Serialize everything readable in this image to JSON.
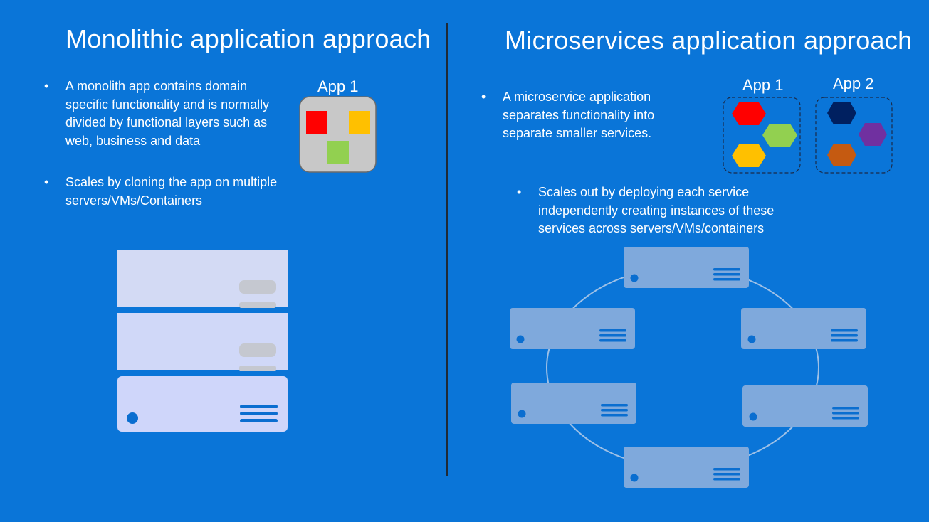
{
  "left": {
    "title": "Monolithic application approach",
    "bullets": [
      "A monolith app contains domain specific functionality and is normally divided by functional layers such as web, business and data",
      "Scales by cloning the app on multiple servers/VMs/Containers"
    ],
    "app_label": "App 1"
  },
  "right": {
    "title": "Microservices application approach",
    "bullets": [
      "A microservice application separates functionality into separate smaller services.",
      "Scales out by deploying each service independently creating instances of these services across servers/VMs/containers"
    ],
    "app1_label": "App 1",
    "app2_label": "App 2"
  },
  "colors": {
    "background": "#0a75d8",
    "red": "#ff0000",
    "yellow": "#ffc000",
    "green": "#92d050",
    "navy": "#002060",
    "purple": "#7030a0",
    "orange": "#c55a11"
  }
}
